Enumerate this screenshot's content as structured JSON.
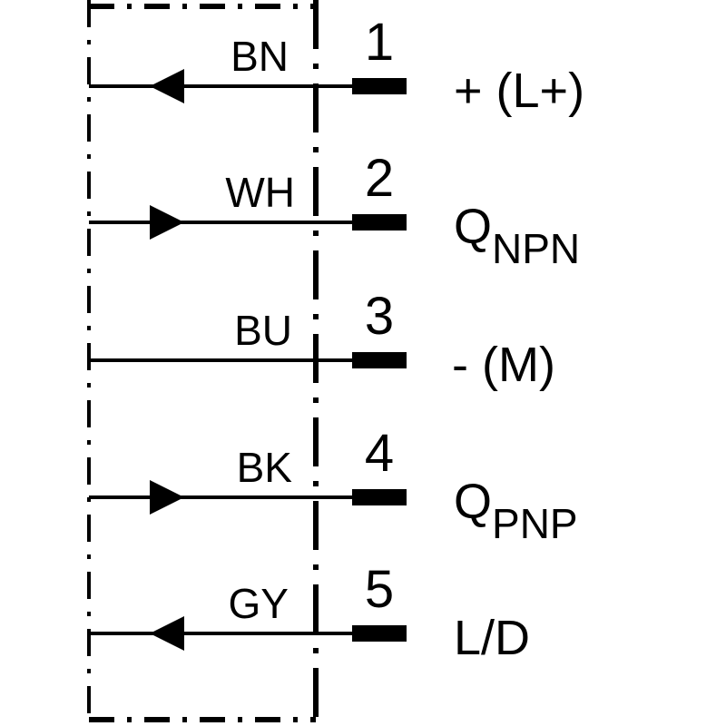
{
  "colors": {
    "line": "#000000",
    "background": "#ffffff"
  },
  "pins": [
    {
      "number": "1",
      "wire_code": "BN",
      "signal": "+ (L+)",
      "signal_sub": "",
      "arrow": "left-pointing-arrow-icon"
    },
    {
      "number": "2",
      "wire_code": "WH",
      "signal": "Q",
      "signal_sub": "NPN",
      "arrow": "right-pointing-arrow-icon"
    },
    {
      "number": "3",
      "wire_code": "BU",
      "signal": "- (M)",
      "signal_sub": "",
      "arrow": "none"
    },
    {
      "number": "4",
      "wire_code": "BK",
      "signal": "Q",
      "signal_sub": "PNP",
      "arrow": "right-pointing-arrow-icon"
    },
    {
      "number": "5",
      "wire_code": "GY",
      "signal": "L/D",
      "signal_sub": "",
      "arrow": "left-pointing-arrow-icon"
    }
  ]
}
